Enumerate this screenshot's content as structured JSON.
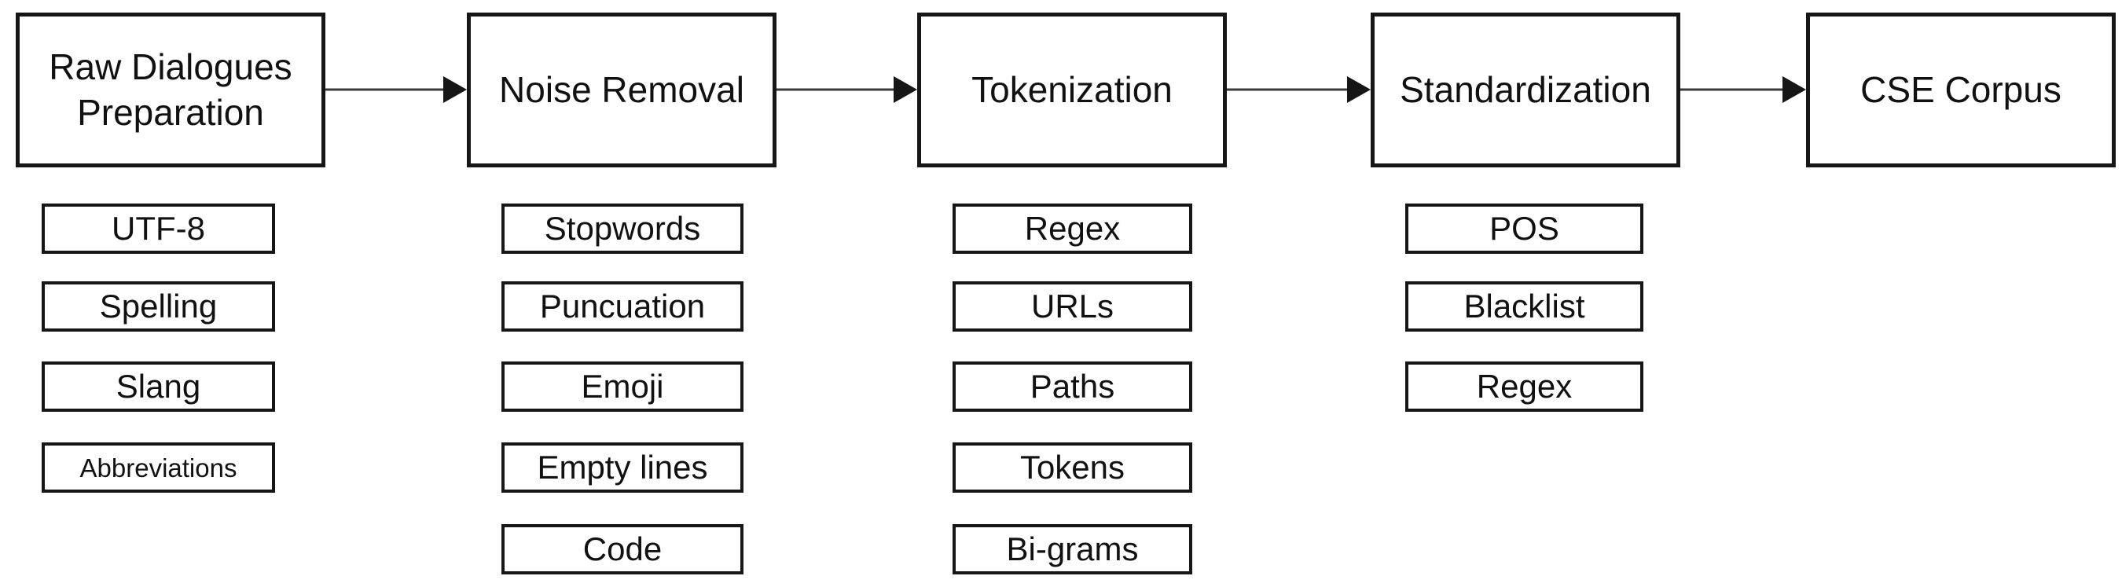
{
  "diagram": {
    "type": "flowchart",
    "direction": "left-to-right",
    "stages": [
      {
        "label": "Raw Dialogues Preparation",
        "items": [
          "UTF-8",
          "Spelling",
          "Slang",
          "Abbreviations"
        ]
      },
      {
        "label": "Noise Removal",
        "items": [
          "Stopwords",
          "Puncuation",
          "Emoji",
          "Empty lines",
          "Code"
        ]
      },
      {
        "label": "Tokenization",
        "items": [
          "Regex",
          "URLs",
          "Paths",
          "Tokens",
          "Bi-grams"
        ]
      },
      {
        "label": "Standardization",
        "items": [
          "POS",
          "Blacklist",
          "Regex"
        ]
      },
      {
        "label": "CSE Corpus",
        "items": []
      }
    ],
    "connectors": [
      {
        "from": "Raw Dialogues Preparation",
        "to": "Noise Removal"
      },
      {
        "from": "Noise Removal",
        "to": "Tokenization"
      },
      {
        "from": "Tokenization",
        "to": "Standardization"
      },
      {
        "from": "Standardization",
        "to": "CSE Corpus"
      }
    ],
    "colors": {
      "background": "#ffffff",
      "box_border": "#161616",
      "text": "#111111",
      "arrow_shaft": "#3a3a3a",
      "arrow_head": "#161616"
    }
  }
}
